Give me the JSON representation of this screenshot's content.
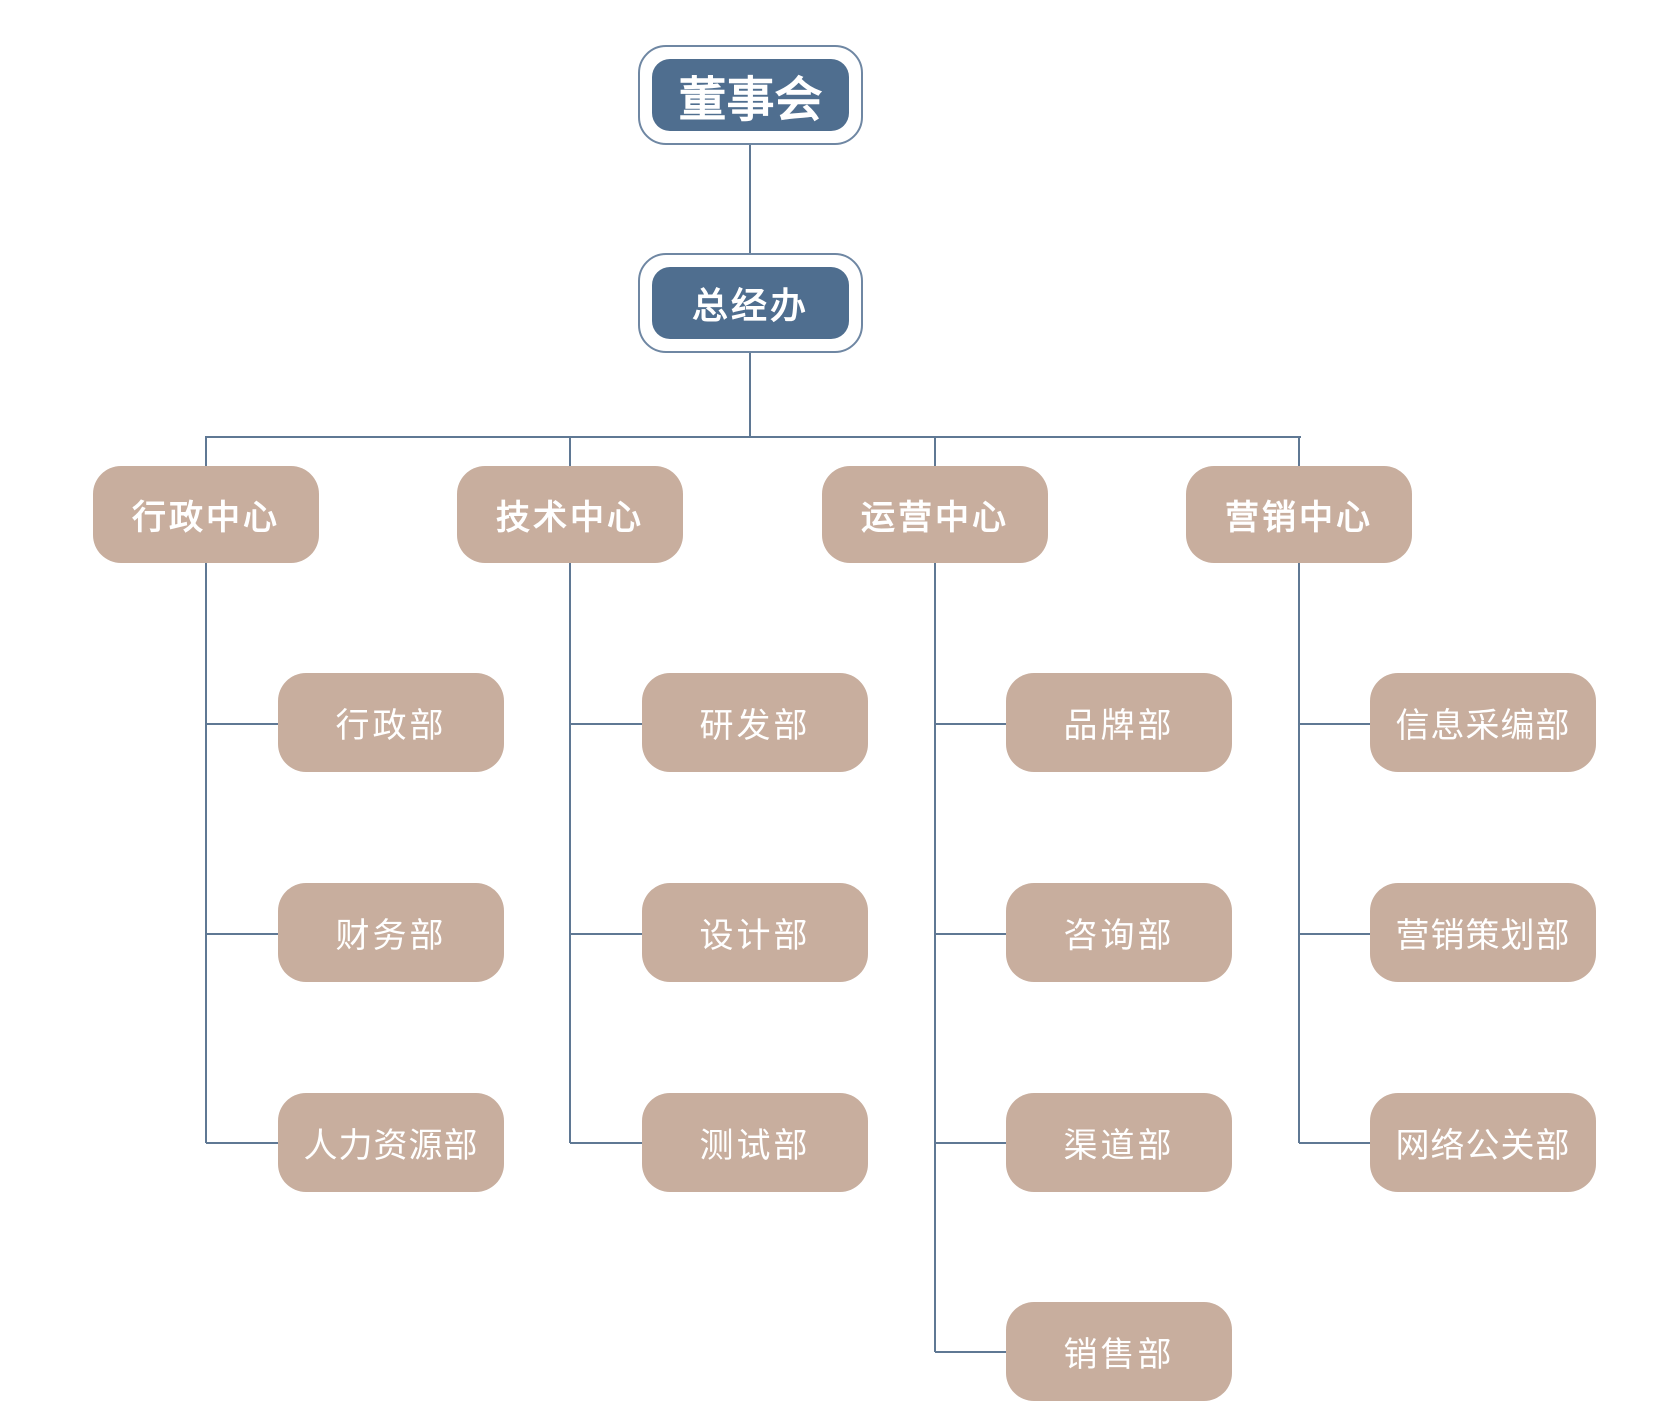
{
  "board": {
    "label": "董事会"
  },
  "gm_office": {
    "label": "总经办"
  },
  "centers": [
    {
      "label": "行政中心",
      "departments": [
        "行政部",
        "财务部",
        "人力资源部"
      ]
    },
    {
      "label": "技术中心",
      "departments": [
        "研发部",
        "设计部",
        "测试部"
      ]
    },
    {
      "label": "运营中心",
      "departments": [
        "品牌部",
        "咨询部",
        "渠道部",
        "销售部"
      ]
    },
    {
      "label": "营销中心",
      "departments": [
        "信息采编部",
        "营销策划部",
        "网络公关部"
      ]
    }
  ],
  "colors": {
    "top_fill": "#4f6e8f",
    "node_fill": "#c8ae9e",
    "line": "#5f7894"
  }
}
